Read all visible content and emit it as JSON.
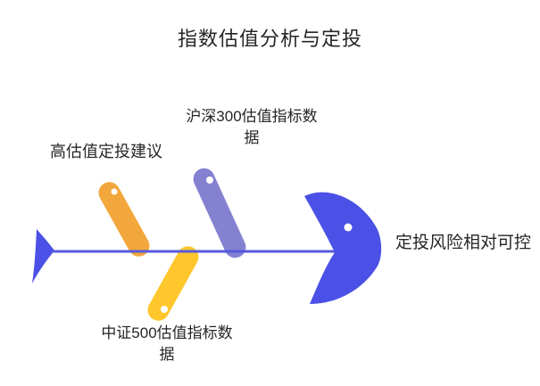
{
  "title": "指数估值分析与定投",
  "fishbone": {
    "type": "fishbone-diagram",
    "head": {
      "label": "定投风险相对可控"
    },
    "branches": [
      {
        "id": "high-valuation-advice",
        "label": "高估值定投建议",
        "side": "top",
        "color": "#f2a73d"
      },
      {
        "id": "hs300-valuation-data",
        "label": "沪深300估值指标数据",
        "side": "top",
        "color": "#8481d1"
      },
      {
        "id": "csi500-valuation-data",
        "label": "中证500估值指标数据",
        "side": "bottom",
        "color": "#ffc72c"
      }
    ],
    "colors": {
      "spine": "#5659dd",
      "head": "#4b50e6",
      "tail": "#4b50e6",
      "text": "#262626",
      "background": "#ffffff"
    }
  }
}
